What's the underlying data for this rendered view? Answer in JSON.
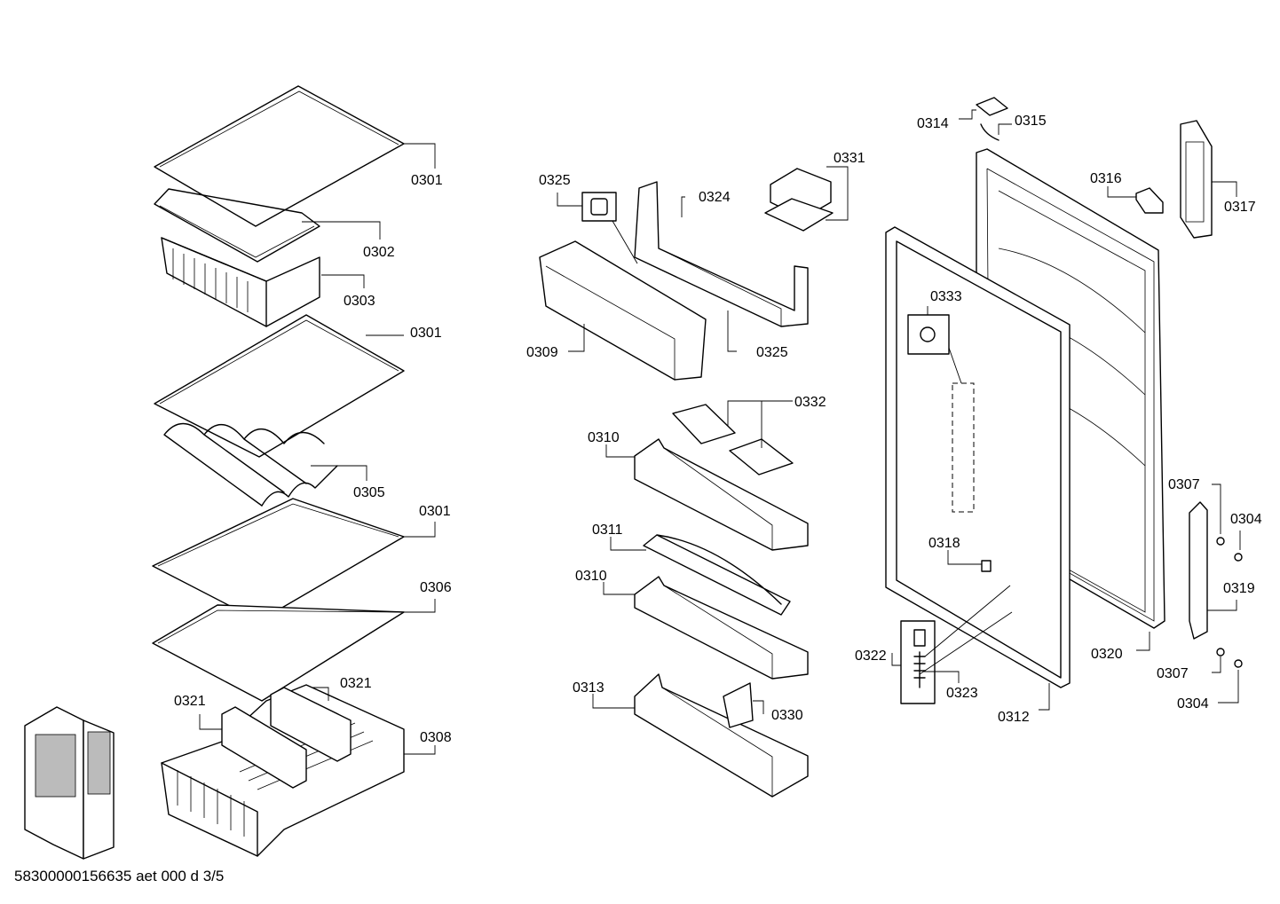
{
  "callouts": [
    {
      "id": "lbl-0301-a",
      "text": "0301"
    },
    {
      "id": "lbl-0302",
      "text": "0302"
    },
    {
      "id": "lbl-0303",
      "text": "0303"
    },
    {
      "id": "lbl-0301-b",
      "text": "0301"
    },
    {
      "id": "lbl-0305",
      "text": "0305"
    },
    {
      "id": "lbl-0301-c",
      "text": "0301"
    },
    {
      "id": "lbl-0306",
      "text": "0306"
    },
    {
      "id": "lbl-0321-a",
      "text": "0321"
    },
    {
      "id": "lbl-0321-b",
      "text": "0321"
    },
    {
      "id": "lbl-0308",
      "text": "0308"
    },
    {
      "id": "lbl-0325-a",
      "text": "0325"
    },
    {
      "id": "lbl-0324",
      "text": "0324"
    },
    {
      "id": "lbl-0331",
      "text": "0331"
    },
    {
      "id": "lbl-0309",
      "text": "0309"
    },
    {
      "id": "lbl-0325-b",
      "text": "0325"
    },
    {
      "id": "lbl-0332",
      "text": "0332"
    },
    {
      "id": "lbl-0310-a",
      "text": "0310"
    },
    {
      "id": "lbl-0311",
      "text": "0311"
    },
    {
      "id": "lbl-0310-b",
      "text": "0310"
    },
    {
      "id": "lbl-0313",
      "text": "0313"
    },
    {
      "id": "lbl-0330",
      "text": "0330"
    },
    {
      "id": "lbl-0314",
      "text": "0314"
    },
    {
      "id": "lbl-0315",
      "text": "0315"
    },
    {
      "id": "lbl-0316",
      "text": "0316"
    },
    {
      "id": "lbl-0317",
      "text": "0317"
    },
    {
      "id": "lbl-0333",
      "text": "0333"
    },
    {
      "id": "lbl-0318",
      "text": "0318"
    },
    {
      "id": "lbl-0322",
      "text": "0322"
    },
    {
      "id": "lbl-0323",
      "text": "0323"
    },
    {
      "id": "lbl-0312",
      "text": "0312"
    },
    {
      "id": "lbl-0320",
      "text": "0320"
    },
    {
      "id": "lbl-0307-a",
      "text": "0307"
    },
    {
      "id": "lbl-0304-a",
      "text": "0304"
    },
    {
      "id": "lbl-0319",
      "text": "0319"
    },
    {
      "id": "lbl-0307-b",
      "text": "0307"
    },
    {
      "id": "lbl-0304-b",
      "text": "0304"
    }
  ],
  "footer": {
    "text": "58300000156635 aet 000 d 3/5"
  }
}
